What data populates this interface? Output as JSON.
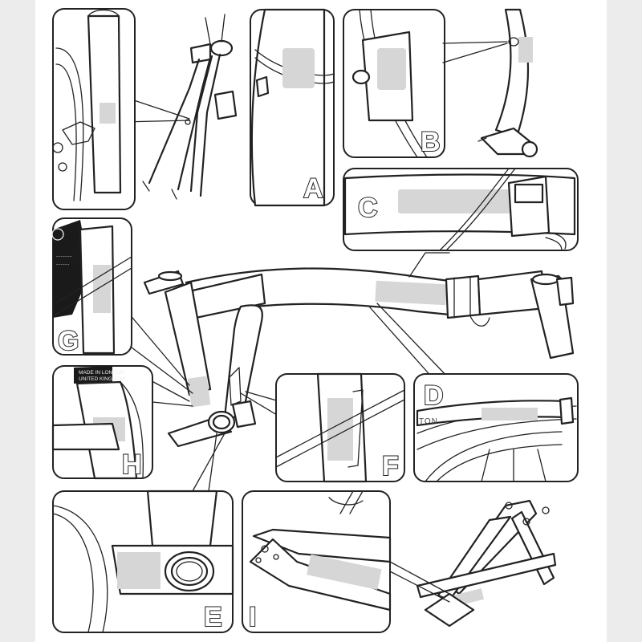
{
  "panels": [
    {
      "id": "A",
      "letter": "A"
    },
    {
      "id": "B",
      "letter": "B"
    },
    {
      "id": "C",
      "letter": "C"
    },
    {
      "id": "D",
      "letter": "D"
    },
    {
      "id": "E",
      "letter": "E"
    },
    {
      "id": "F",
      "letter": "F"
    },
    {
      "id": "G",
      "letter": "G"
    },
    {
      "id": "H",
      "letter": "H"
    },
    {
      "id": "I",
      "letter": "I"
    }
  ],
  "seatpost_text": "MADE IN LONDON",
  "seatpost_text_2": "UNITED KINGDOM",
  "rim_text": "TON"
}
